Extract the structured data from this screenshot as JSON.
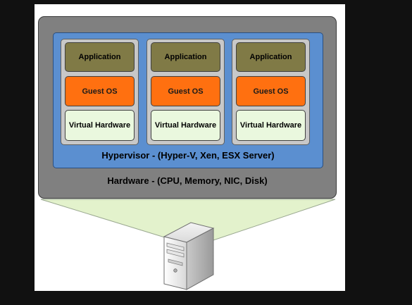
{
  "diagram": {
    "vms": [
      {
        "application": "Application",
        "guest_os": "Guest OS",
        "virtual_hardware": "Virtual Hardware"
      },
      {
        "application": "Application",
        "guest_os": "Guest OS",
        "virtual_hardware": "Virtual Hardware"
      },
      {
        "application": "Application",
        "guest_os": "Guest OS",
        "virtual_hardware": "Virtual Hardware"
      }
    ],
    "hypervisor_label": "Hypervisor - (Hyper-V, Xen, ESX Server)",
    "hardware_label": "Hardware  - (CPU, Memory, NIC, Disk)",
    "server_icon": "server-tower-icon"
  },
  "colors": {
    "hardware": "#808080",
    "hypervisor": "#5b8fd0",
    "application": "#807a46",
    "guest_os": "#ff7010",
    "virtual_hardware": "#eaf8de",
    "beam": "#e3f2cc"
  }
}
